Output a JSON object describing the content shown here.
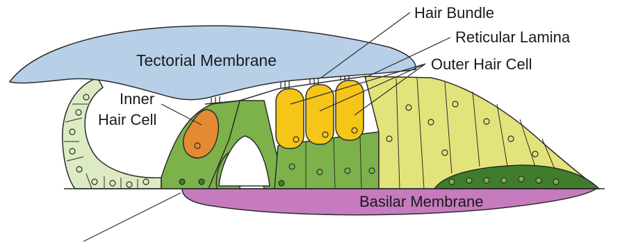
{
  "labels": {
    "tectorial_membrane": "Tectorial Membrane",
    "hair_bundle": "Hair Bundle",
    "reticular_lamina": "Reticular Lamina",
    "outer_hair_cell": "Outer Hair Cell",
    "inner_hair_cell_line1": "Inner",
    "inner_hair_cell_line2": "Hair Cell",
    "basilar_membrane": "Basilar Membrane"
  },
  "colors": {
    "tectorial": "#b8cfe8",
    "limbus": "#dcebc3",
    "support_green": "#7db24a",
    "dark_green": "#3f7d2c",
    "inner_hair_cell": "#e48a33",
    "outer_hair_cell": "#f5c518",
    "hensen": "#e3e37c",
    "basilar": "#c77bbf",
    "outline": "#2b2b2b"
  }
}
